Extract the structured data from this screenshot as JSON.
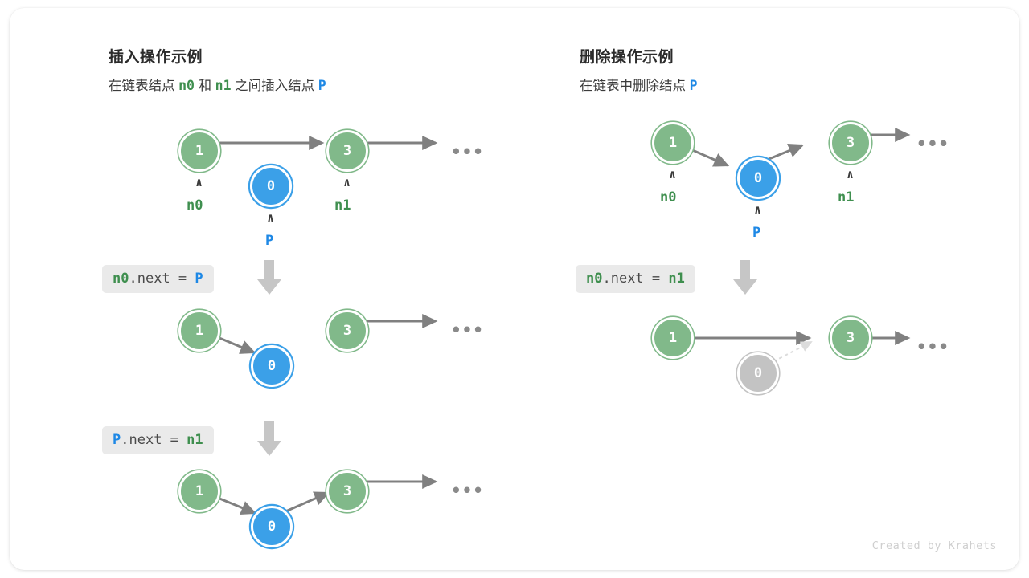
{
  "card": {
    "credit": "Created by Krahets",
    "colors": {
      "node_green": "#81b98a",
      "node_blue": "#3ba0e8",
      "node_gray": "#c3c3c3",
      "arrow_gray": "#808080",
      "chip_bg": "#eaeaea",
      "label_green": "#3f8f4f",
      "label_blue": "#1e88e5"
    }
  },
  "panels": [
    {
      "id": "insert",
      "title": "插入操作示例",
      "subtitle": {
        "seg1": "在链表结点",
        "var1": "n0",
        "seg2": "和",
        "var2": "n1",
        "seg3": "之间插入结点",
        "var3": "P"
      },
      "steps": [
        {
          "code": {
            "lhs": "n0",
            "lhs_color": "green",
            "mid": ".next = ",
            "rhs": "P",
            "rhs_color": "blue"
          },
          "arrow_icon": "down-arrow-icon"
        },
        {
          "code": {
            "lhs": "P",
            "lhs_color": "blue",
            "mid": ".next = ",
            "rhs": "n1",
            "rhs_color": "green"
          },
          "arrow_icon": "down-arrow-icon"
        }
      ],
      "rows": [
        {
          "name": "before-insert",
          "nodes": [
            {
              "value": "1",
              "color": "green",
              "label": "n0",
              "label_color": "green",
              "caret": "∧"
            },
            {
              "value": "0",
              "color": "blue",
              "label": "P",
              "label_color": "blue",
              "caret": "∧"
            },
            {
              "value": "3",
              "color": "green",
              "label": "n1",
              "label_color": "green",
              "caret": "∧"
            }
          ],
          "tail": "•••"
        },
        {
          "name": "after-n0-next-p",
          "nodes": [
            {
              "value": "1",
              "color": "green"
            },
            {
              "value": "0",
              "color": "blue"
            },
            {
              "value": "3",
              "color": "green"
            }
          ],
          "tail": "•••"
        },
        {
          "name": "after-p-next-n1",
          "nodes": [
            {
              "value": "1",
              "color": "green"
            },
            {
              "value": "0",
              "color": "blue"
            },
            {
              "value": "3",
              "color": "green"
            }
          ],
          "tail": "•••"
        }
      ]
    },
    {
      "id": "delete",
      "title": "删除操作示例",
      "subtitle": {
        "seg1": "在链表中删除结点",
        "var1": "P"
      },
      "steps": [
        {
          "code": {
            "lhs": "n0",
            "lhs_color": "green",
            "mid": ".next = ",
            "rhs": "n1",
            "rhs_color": "green"
          },
          "arrow_icon": "down-arrow-icon"
        }
      ],
      "rows": [
        {
          "name": "before-delete",
          "nodes": [
            {
              "value": "1",
              "color": "green",
              "label": "n0",
              "label_color": "green",
              "caret": "∧"
            },
            {
              "value": "0",
              "color": "blue",
              "label": "P",
              "label_color": "blue",
              "caret": "∧"
            },
            {
              "value": "3",
              "color": "green",
              "label": "n1",
              "label_color": "green",
              "caret": "∧"
            }
          ],
          "tail": "•••"
        },
        {
          "name": "after-delete",
          "nodes": [
            {
              "value": "1",
              "color": "green"
            },
            {
              "value": "0",
              "color": "gray"
            },
            {
              "value": "3",
              "color": "green"
            }
          ],
          "tail": "•••"
        }
      ]
    }
  ]
}
